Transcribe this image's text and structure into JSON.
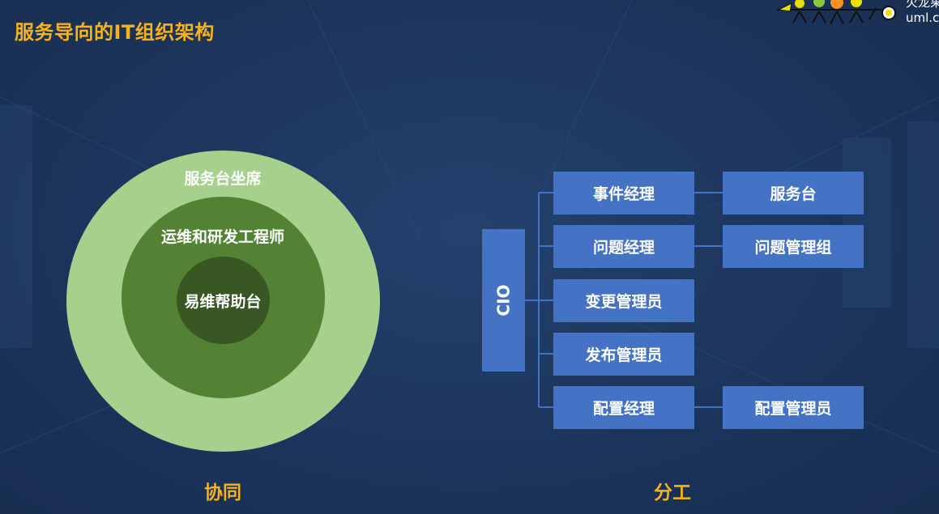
{
  "title": "服务导向的IT组织架构",
  "logo": {
    "line1": "火龙果",
    "line2": "uml.c"
  },
  "collaboration": {
    "outer_ring": "服务台坐席",
    "middle_ring": "运维和研发工程师",
    "inner_ring": "易维帮助台",
    "caption": "协同"
  },
  "division": {
    "root": "CIO",
    "roles": [
      {
        "label": "事件经理",
        "sub": "服务台"
      },
      {
        "label": "问题经理",
        "sub": "问题管理组"
      },
      {
        "label": "变更管理员",
        "sub": ""
      },
      {
        "label": "发布管理员",
        "sub": ""
      },
      {
        "label": "配置经理",
        "sub": "配置管理员"
      }
    ],
    "caption": "分工"
  },
  "colors": {
    "background": "#1d375f",
    "title": "#f6b21a",
    "outer_ring": "#a6d18d",
    "middle_ring": "#548235",
    "inner_ring": "#385723",
    "box": "#4472c4",
    "connector": "#4472c4"
  }
}
